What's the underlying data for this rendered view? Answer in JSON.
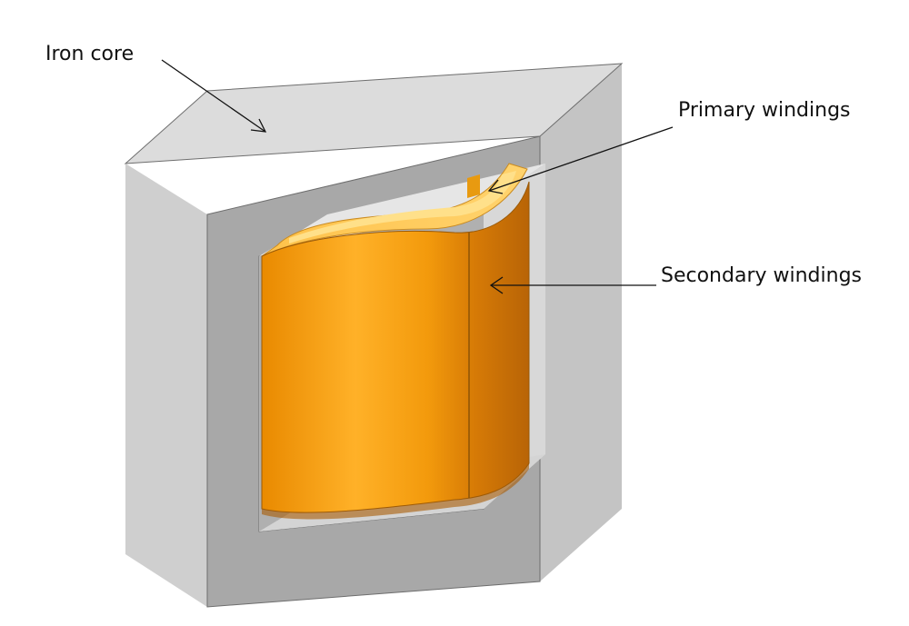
{
  "labels": {
    "iron_core": "Iron core",
    "primary_windings": "Primary windings",
    "secondary_windings": "Secondary windings"
  },
  "colors": {
    "core_front": "#a6a6a6",
    "core_top": "#dcdcdc",
    "core_side": "#c2c2c2",
    "window_inner": "#bdbdbd",
    "winding_outer_light": "#ffb01e",
    "winding_outer_dark": "#c8700a",
    "winding_inner_top": "#ffd66a",
    "winding_ring": "#ffc94a"
  }
}
